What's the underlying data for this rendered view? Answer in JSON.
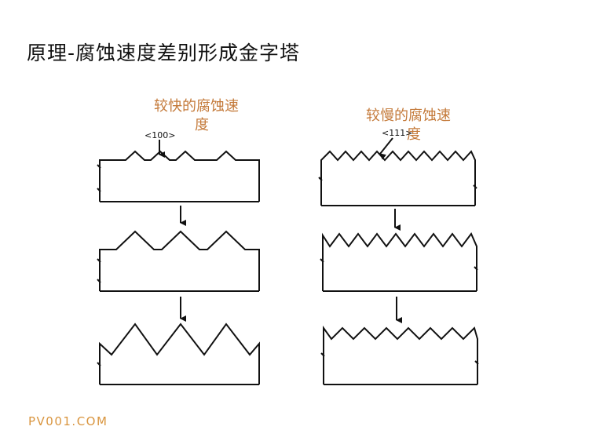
{
  "title": "原理-腐蚀速度差别形成金字塔",
  "left_column": {
    "label_line1": "较快的腐蚀速",
    "label_line2": "度",
    "plane": "<100>"
  },
  "right_column": {
    "label_line1": "较慢的腐蚀速",
    "label_line2": "度",
    "plane": "<111>"
  },
  "watermark": "PV001.COM",
  "colors": {
    "label": "#c47a3a",
    "watermark": "#d9953f",
    "line": "#111111"
  }
}
